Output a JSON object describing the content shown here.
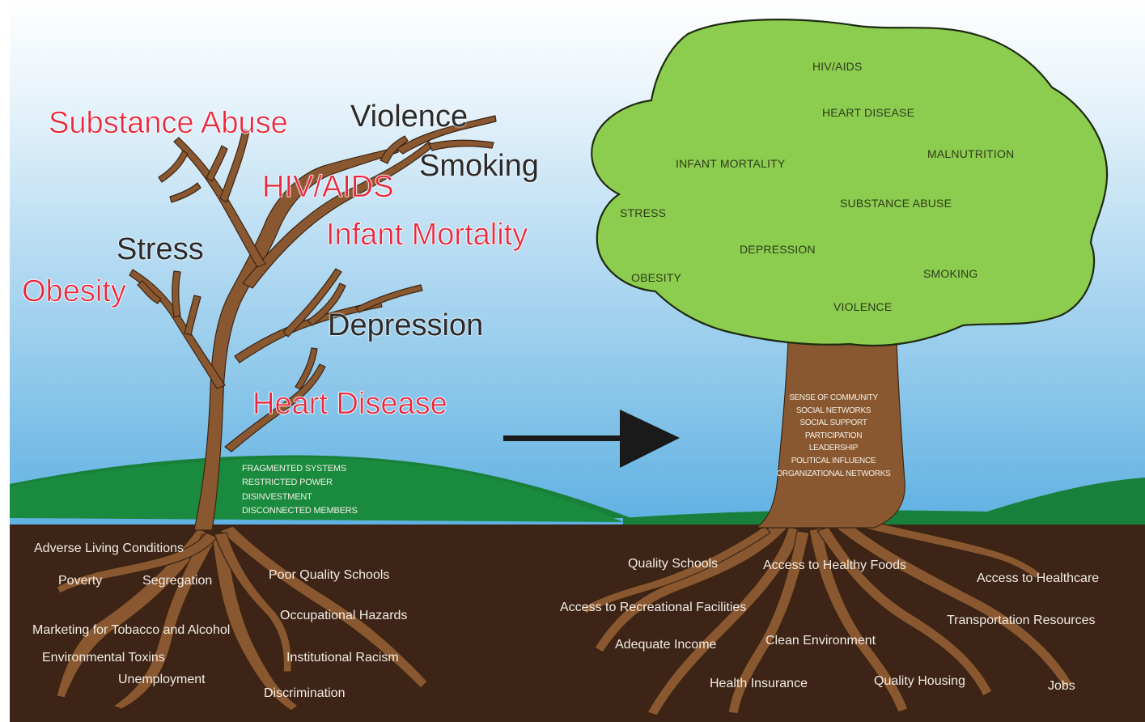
{
  "left_tree": {
    "outcomes": {
      "substance_abuse": "Substance Abuse",
      "violence": "Violence",
      "smoking": "Smoking",
      "hiv_aids": "HIV/AIDS",
      "infant_mortality": "Infant Mortality",
      "stress": "Stress",
      "obesity": "Obesity",
      "depression": "Depression",
      "heart_disease": "Heart Disease"
    },
    "trunk_lines": [
      "FRAGMENTED SYSTEMS",
      "RESTRICTED POWER",
      "DISINVESTMENT",
      "DISCONNECTED MEMBERS"
    ],
    "roots": {
      "adverse_living": "Adverse Living Conditions",
      "poverty": "Poverty",
      "segregation": "Segregation",
      "poor_schools": "Poor Quality Schools",
      "occupational": "Occupational Hazards",
      "marketing": "Marketing for Tobacco and Alcohol",
      "environmental": "Environmental Toxins",
      "institutional": "Institutional Racism",
      "unemployment": "Unemployment",
      "discrimination": "Discrimination"
    }
  },
  "right_tree": {
    "crown": {
      "hiv_aids": "HIV/AIDS",
      "heart_disease": "HEART DISEASE",
      "infant_mortality": "INFANT MORTALITY",
      "malnutrition": "MALNUTRITION",
      "stress": "STRESS",
      "substance_abuse": "SUBSTANCE ABUSE",
      "depression": "DEPRESSION",
      "obesity": "OBESITY",
      "smoking": "SMOKING",
      "violence": "VIOLENCE"
    },
    "trunk_lines": [
      "SENSE OF COMMUNITY",
      "SOCIAL NETWORKS",
      "SOCIAL SUPPORT",
      "PARTICIPATION",
      "LEADERSHIP",
      "POLITICAL INFLUENCE",
      "ORGANIZATIONAL NETWORKS"
    ],
    "roots": {
      "quality_schools": "Quality Schools",
      "healthy_foods": "Access to Healthy Foods",
      "healthcare": "Access to Healthcare",
      "recreational": "Access to Recreational Facilities",
      "transportation": "Transportation Resources",
      "adequate_income": "Adequate Income",
      "clean_environment": "Clean Environment",
      "health_insurance": "Health Insurance",
      "quality_housing": "Quality Housing",
      "jobs": "Jobs"
    }
  },
  "colors": {
    "sky_top": "#ffffff",
    "sky_bottom": "#5fb1e2",
    "hills": "#18803a",
    "soil": "#3d2416",
    "bark": "#8a5830",
    "crown": "#8ccd50",
    "red_text": "#e8283c",
    "arrow": "#1a1a1a"
  }
}
